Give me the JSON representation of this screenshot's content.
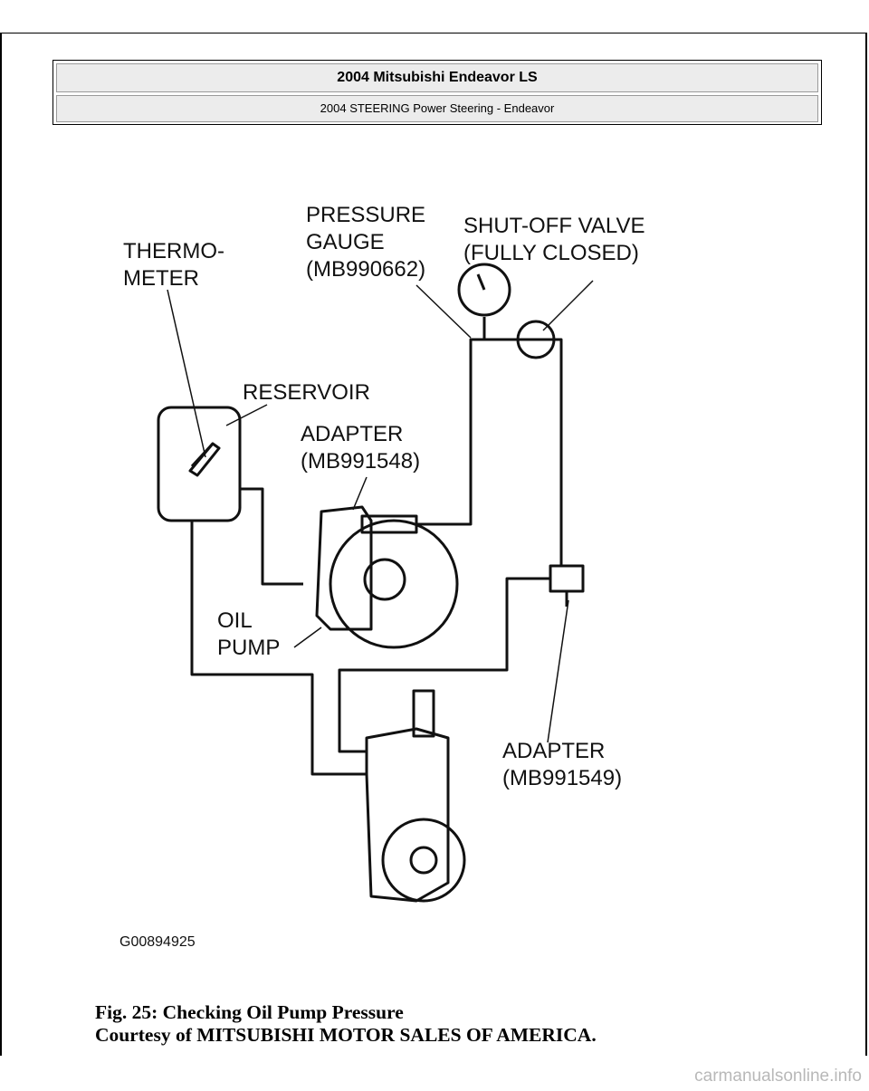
{
  "header": {
    "title": "2004 Mitsubishi Endeavor LS",
    "subtitle": "2004 STEERING Power Steering - Endeavor"
  },
  "diagram": {
    "labels": {
      "thermometer_line1": "THERMO-",
      "thermometer_line2": "METER",
      "pressure_gauge_line1": "PRESSURE",
      "pressure_gauge_line2": "GAUGE",
      "pressure_gauge_line3": "(MB990662)",
      "shutoff_valve_line1": "SHUT-OFF VALVE",
      "shutoff_valve_line2": "(FULLY CLOSED)",
      "reservoir": "RESERVOIR",
      "adapter1_line1": "ADAPTER",
      "adapter1_line2": "(MB991548)",
      "oil_pump_line1": "OIL",
      "oil_pump_line2": "PUMP",
      "adapter2_line1": "ADAPTER",
      "adapter2_line2": "(MB991549)"
    },
    "figure_id": "G00894925"
  },
  "caption": {
    "line1": "Fig. 25: Checking Oil Pump Pressure",
    "line2": "Courtesy of MITSUBISHI MOTOR SALES OF AMERICA."
  },
  "watermark": "carmanualsonline.info"
}
